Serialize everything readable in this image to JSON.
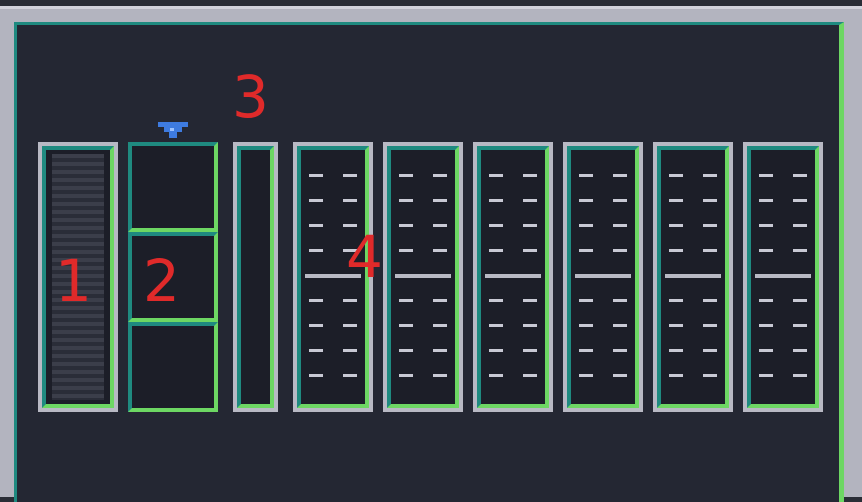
{
  "labels": {
    "l1": "1",
    "l2": "2",
    "l3": "3",
    "l4": "4"
  },
  "colors": {
    "panel": "#242733",
    "frame": "#b3b4bf",
    "teal_border": "#1f8a80",
    "green_border": "#6dd763",
    "marker": "#3e7be0",
    "annotation": "#e02a2a"
  },
  "icons": {
    "marker": "down-arrow-marker-icon"
  },
  "gauge_count": 6
}
